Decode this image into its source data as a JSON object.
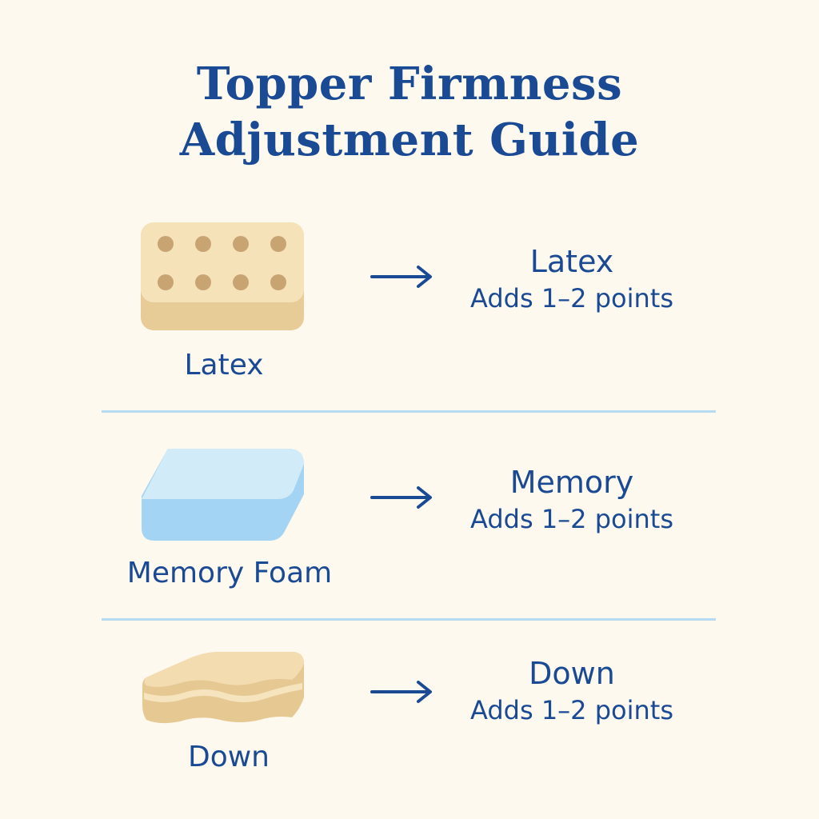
{
  "title": {
    "line1": "Topper Firmness",
    "line2": "Adjustment Guide"
  },
  "colors": {
    "background": "#fdf9ee",
    "text": "#1a4a94",
    "divider": "#b7dbf2",
    "latex": "#f3dfb4",
    "memory_foam": "#a8d6f5",
    "down": "#ecd3a3"
  },
  "rows": [
    {
      "icon": "latex-topper-icon",
      "label": "Latex",
      "arrow": "right-arrow-icon",
      "result_name": "Latex",
      "result_desc": "Adds 1–2 points"
    },
    {
      "icon": "memory-foam-topper-icon",
      "label": "Memory Foam",
      "arrow": "right-arrow-icon",
      "result_name": "Memory",
      "result_desc": "Adds 1–2 points"
    },
    {
      "icon": "down-topper-icon",
      "label": "Down",
      "arrow": "right-arrow-icon",
      "result_name": "Down",
      "result_desc": "Adds 1–2 points"
    }
  ]
}
